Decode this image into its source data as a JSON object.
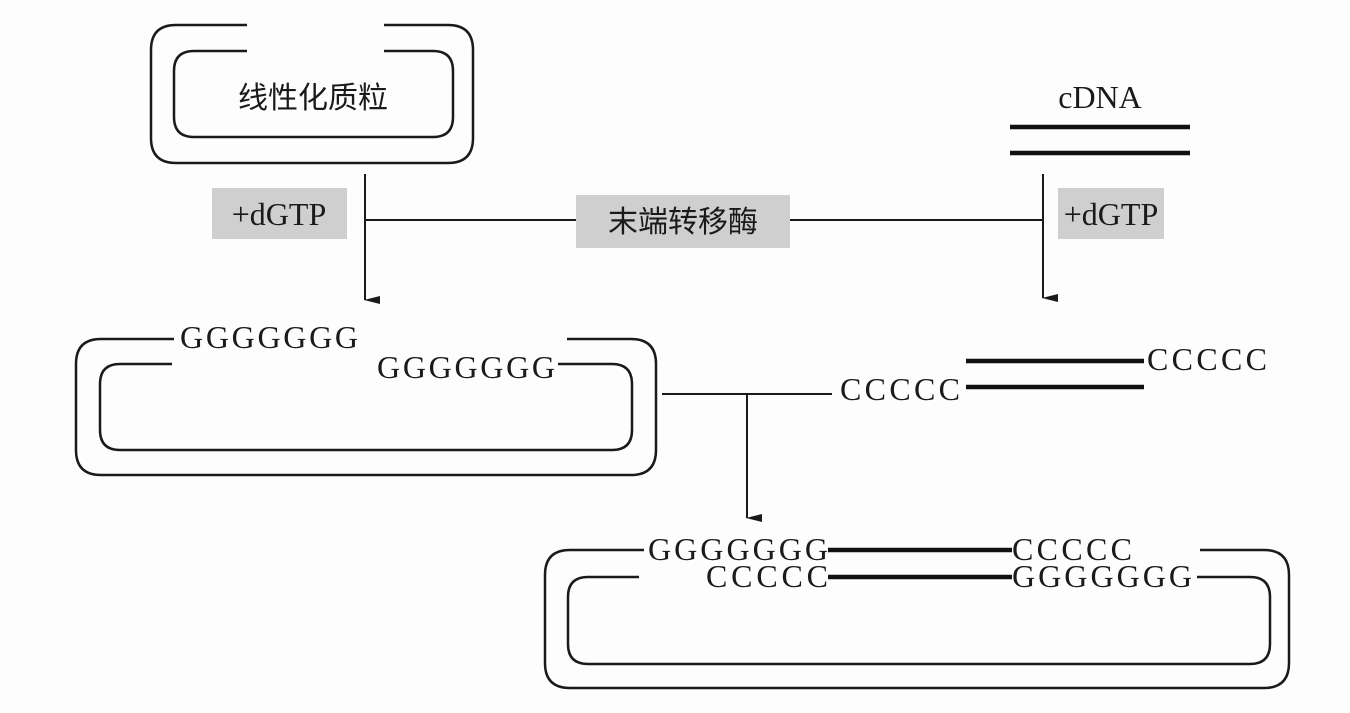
{
  "linear_plasmid": {
    "label": "线性化质粒"
  },
  "cdna": {
    "label": "cDNA"
  },
  "reagents": {
    "left": "+dGTP",
    "right": "+dGTP",
    "enzyme": "末端转移酶"
  },
  "tailed_plasmid": {
    "top_tail": "GGGGGGG",
    "bottom_tail": "GGGGGGG"
  },
  "tailed_cdna": {
    "left_tail": "CCCCC",
    "right_tail": "CCCCC"
  },
  "recombinant": {
    "top_left": "GGGGGGG",
    "top_right": "CCCCC",
    "bottom_left": "CCCCC",
    "bottom_right": "GGGGGGG"
  },
  "colors": {
    "label_box": "#cfcfcf",
    "line": "#1a1a1a"
  }
}
